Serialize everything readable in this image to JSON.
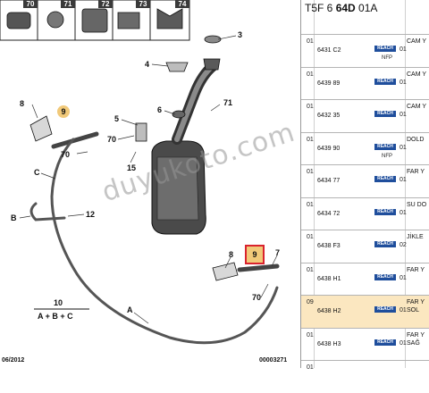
{
  "thumbnails": [
    "70",
    "71",
    "72",
    "73",
    "74"
  ],
  "labels": {
    "l3": "3",
    "l4": "4",
    "l5": "5",
    "l6": "6",
    "l71a": "71",
    "l8": "8",
    "l70a": "70",
    "l15": "15",
    "l70b": "70",
    "lC": "C",
    "lB": "B",
    "l12": "12",
    "l8b": "8",
    "l7": "7",
    "l70c": "70",
    "lA": "A"
  },
  "badge9": "9",
  "box9": "9",
  "kit": {
    "number": "10",
    "formula": "A + B + C"
  },
  "footer": {
    "date": "06/2012",
    "code": "00003271"
  },
  "watermark": "duyukoto.com",
  "table": {
    "header_prefix": "T5F 6 ",
    "header_bold": "64D",
    "header_suffix": " 01A",
    "rows": [
      {
        "idx": "01",
        "ref": "6431 C2",
        "badge": "REACH",
        "note": "NFP",
        "qty": "01",
        "desc": "CAM Y",
        "desc2": ""
      },
      {
        "idx": "01",
        "ref": "6439 89",
        "badge": "REACH",
        "note": "",
        "qty": "01",
        "desc": "CAM Y",
        "desc2": ""
      },
      {
        "idx": "01",
        "ref": "6432 35",
        "badge": "REACH",
        "note": "",
        "qty": "01",
        "desc": "CAM Y",
        "desc2": ""
      },
      {
        "idx": "01",
        "ref": "6439 90",
        "badge": "REACH",
        "note": "NFP",
        "qty": "01",
        "desc": "DOLD",
        "desc2": ""
      },
      {
        "idx": "01",
        "ref": "6434 77",
        "badge": "REACH",
        "note": "",
        "qty": "01",
        "desc": "FAR Y",
        "desc2": ""
      },
      {
        "idx": "01",
        "ref": "6434 72",
        "badge": "REACH",
        "note": "",
        "qty": "01",
        "desc": "SU DO",
        "desc2": ""
      },
      {
        "idx": "01",
        "ref": "6438 F3",
        "badge": "REACH",
        "note": "",
        "qty": "02",
        "desc": "JİKLE",
        "desc2": ""
      },
      {
        "idx": "01",
        "ref": "6438 H1",
        "badge": "REACH",
        "note": "",
        "qty": "01",
        "desc": "FAR Y",
        "desc2": ""
      },
      {
        "idx": "09",
        "ref": "6438 H2",
        "badge": "REACH",
        "note": "",
        "qty": "01",
        "desc": "FAR Y",
        "desc2": "SOL"
      },
      {
        "idx": "01",
        "ref": "6438 H3",
        "badge": "REACH",
        "note": "",
        "qty": "01",
        "desc": "FAR Y",
        "desc2": "SAĞ"
      },
      {
        "idx": "01",
        "ref": "",
        "badge": "",
        "note": "",
        "qty": "",
        "desc": "",
        "desc2": ""
      }
    ]
  }
}
